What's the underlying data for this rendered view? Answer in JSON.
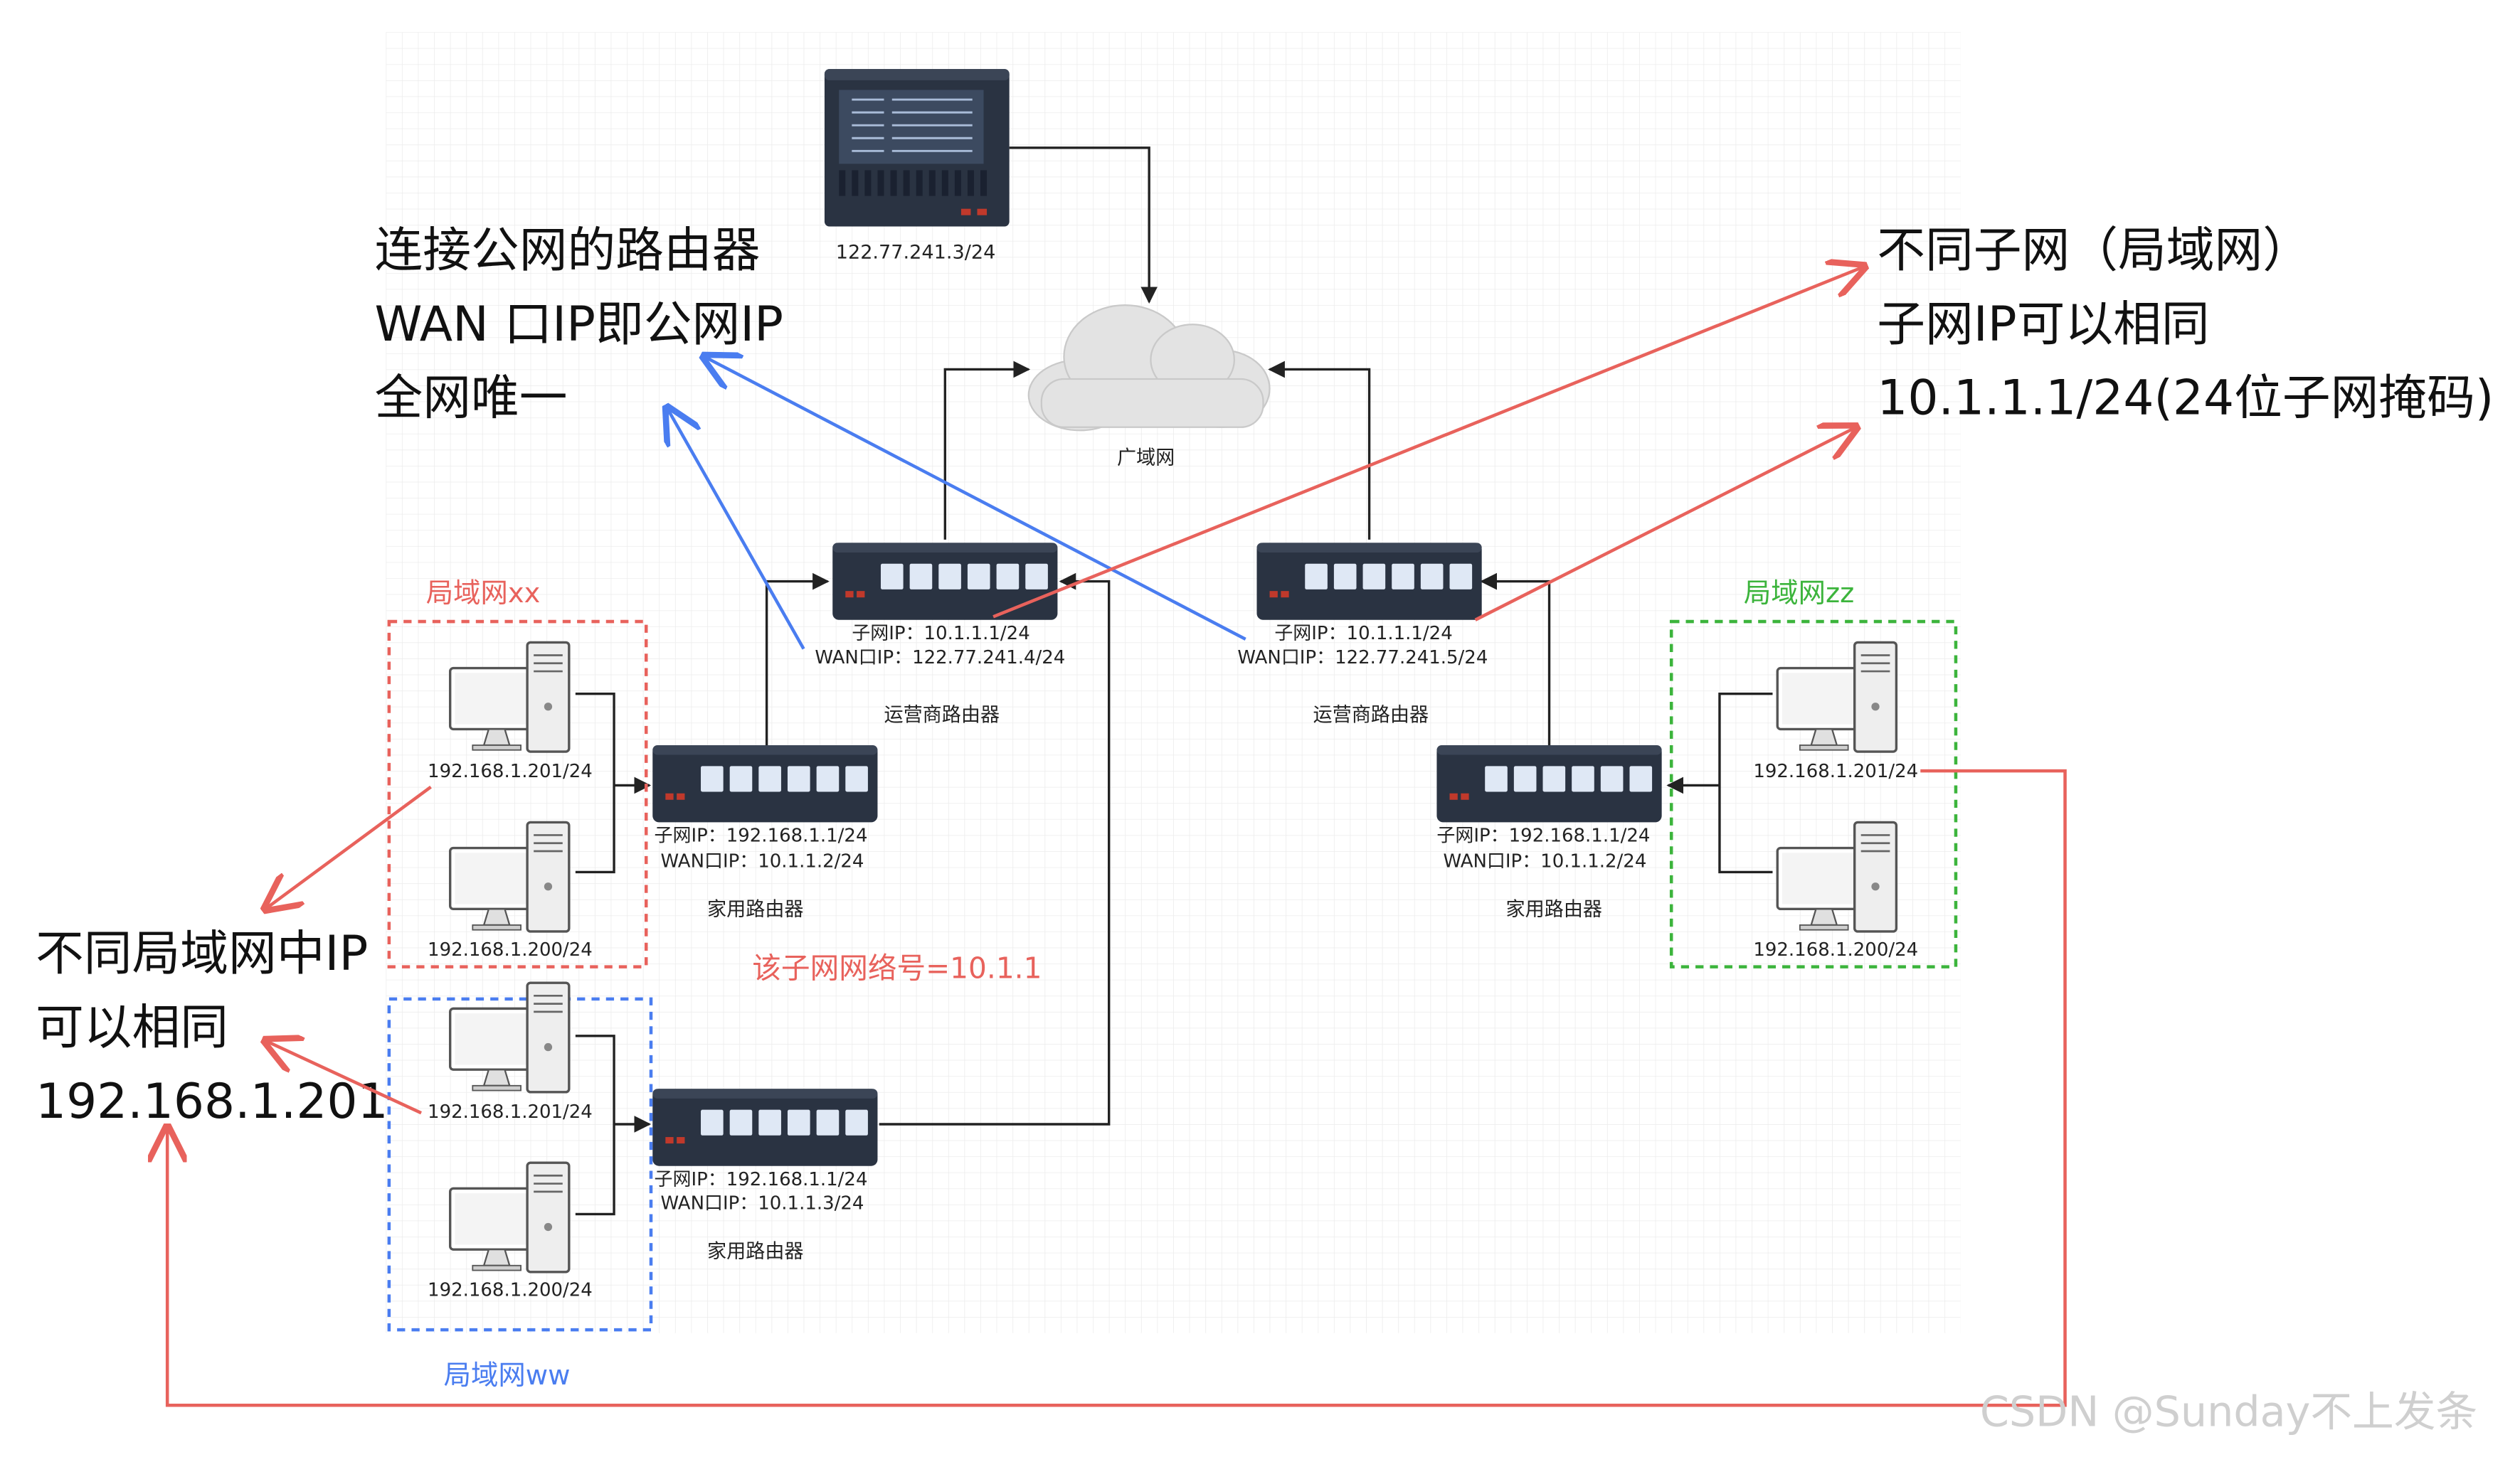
{
  "server": {
    "label": "122.77.241.3/24"
  },
  "wan": {
    "label": "广域网"
  },
  "isp_left": {
    "subnet": "子网IP：10.1.1.1/24",
    "wan": "WAN口IP：122.77.241.4/24",
    "name": "运营商路由器"
  },
  "isp_right": {
    "subnet": "子网IP：10.1.1.1/24",
    "wan": "WAN口IP：122.77.241.5/24",
    "name": "运营商路由器"
  },
  "home_a": {
    "subnet": "子网IP：192.168.1.1/24",
    "wan": "WAN口IP：10.1.1.2/24",
    "name": "家用路由器"
  },
  "home_b": {
    "subnet": "子网IP：192.168.1.1/24",
    "wan": "WAN口IP：10.1.1.3/24",
    "name": "家用路由器"
  },
  "home_c": {
    "subnet": "子网IP：192.168.1.1/24",
    "wan": "WAN口IP：10.1.1.2/24",
    "name": "家用路由器"
  },
  "lan_xx": {
    "title": "局域网xx",
    "pc1": "192.168.1.201/24",
    "pc2": "192.168.1.200/24"
  },
  "lan_ww": {
    "title": "局域网ww",
    "pc1": "192.168.1.201/24",
    "pc2": "192.168.1.200/24"
  },
  "lan_zz": {
    "title": "局域网zz",
    "pc1": "192.168.1.201/24",
    "pc2": "192.168.1.200/24"
  },
  "subnet_note": "该子网网络号=10.1.1",
  "annot_public": [
    "连接公网的路由器",
    "WAN 口IP即公网IP",
    "全网唯一"
  ],
  "annot_subnet": [
    "不同子网（局域网）",
    "子网IP可以相同",
    "10.1.1.1/24(24位子网掩码)"
  ],
  "annot_lan": [
    "不同局域网中IP",
    "可以相同",
    "192.168.1.201"
  ],
  "watermark": "CSDN @Sunday不上发条",
  "colors": {
    "red": "#e8625c",
    "blue": "#4a7df0",
    "green": "#3cb43c",
    "dark": "#2a3342"
  }
}
